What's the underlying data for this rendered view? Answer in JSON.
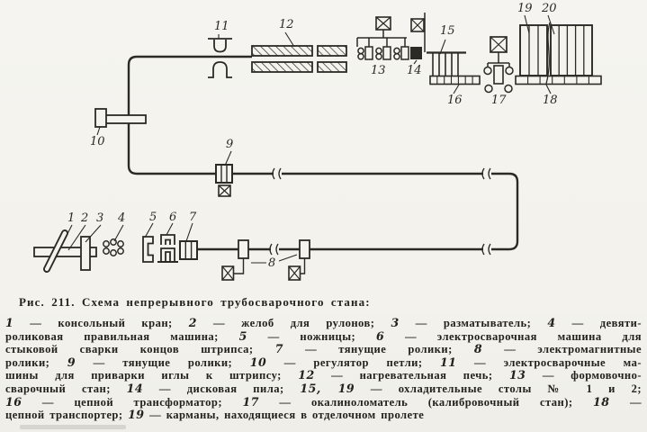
{
  "figure": {
    "title": "Рис. 211. Схема непрерывного трубосварочного стана:",
    "legend_lines": [
      "1 — консольный кран; 2 — желоб для рулонов; 3 — разматыватель; 4 — девяти-",
      "роликовая правильная машина; 5 — ножницы; 6 — электросварочная машина для",
      "стыковой сварки концов штрипса; 7 — тянущие ролики; 8 — электромагнитные",
      "ролики; 9 — тянущие ролики; 10 — регулятор петли; 11 — электросварочные ма-",
      "шины для приварки иглы к штрипсу; 12 — нагревательная печь; 13 — формовочно-",
      "сварочный стан; 14 — дисковая пила; 15, 19 — охладительные столы № 1 и 2;",
      "16 — цепной трансформатор; 17 — окалиноломатель (калибровочный стан); 18 —",
      "цепной транспортер; 19 — карманы, находящиеся в отделочном пролете"
    ]
  },
  "diagram": {
    "labels": [
      "1",
      "2",
      "3",
      "4",
      "5",
      "6",
      "7",
      "8",
      "9",
      "10",
      "11",
      "12",
      "13",
      "14",
      "15",
      "16",
      "17",
      "18",
      "19",
      "20"
    ]
  },
  "colors": {
    "ink": "#2b2a25",
    "paper": "#f4f3ee"
  }
}
